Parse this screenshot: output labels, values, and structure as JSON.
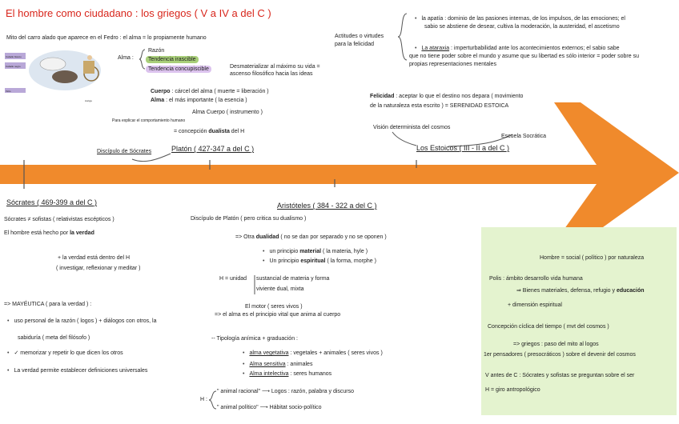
{
  "title": "El hombre como ciudadano : los griegos ( V a IV a del C )",
  "colors": {
    "title": "#d8261c",
    "timeline": "#f08a2c",
    "green_box": "#e4f3cf",
    "highlight_green": "#a9cf7a",
    "highlight_purple": "#dcc3ee"
  },
  "top_left": {
    "myth": "Mito del carro alado que aparece en el Fedro : el alma = lo propiamente humano",
    "alma_label": "Alma :",
    "razon": "Razón",
    "irascible": "Tendencia irascible",
    "concupiscible": "Tendencia concupiscible",
    "desmaterializar": [
      "Desmaterializar al máximo su vida =",
      "ascenso filosófico hacia las ideas"
    ],
    "cuerpo": "Cuerpo",
    "cuerpo_def": ": cárcel del alma ( muerte = liberación )",
    "alma_b": "Alma",
    "alma_def": ": el más importante ( la esencia )",
    "alma_cuerpo": "Alma    Cuerpo ( instrumento )",
    "explain": "Para explicar el comportamiento humano",
    "concepcion_a": "= concepción ",
    "concepcion_b": "dualista",
    "concepcion_c": " del H",
    "discipulo_socrates": "Discípulo de Sócrates",
    "platon": "Platón ( 427-347 a del C )"
  },
  "image_labels": [
    "Caballo blanco",
    "Caballo negro",
    "Auriga",
    "Vicio"
  ],
  "estoicos": {
    "actitudes": [
      "Actitudes o virtudes",
      "para la felicidad"
    ],
    "apatia": [
      "la apatía : dominio de las pasiones internas, de los impulsos, de las emociones; el",
      "sabio se abstiene de desear, cultiva la moderación, la austeridad, el ascetismo"
    ],
    "ataraxia_label": "La ataraxia",
    "ataraxia": [
      ": imperturbabilidad ante los acontecimientos externos; el sabio sabe",
      "que no tiene poder sobre el mundo y asume que su libertad es sólo interior = poder sobre su",
      "propias representaciones mentales"
    ],
    "felicidad_b": "Felicidad",
    "felicidad": [
      ": aceptar lo que el destino nos depara ( movimiento",
      "de la naturaleza esta escrito ) = SERENIDAD ESTOICA"
    ],
    "vision": "Visión determinista del cosmos",
    "escuela": "Escuela Socrática",
    "header": "Los Estoicos ( III - II a del C )"
  },
  "socrates": {
    "header": "Sócrates ( 469-399 a del C )",
    "l1": "Sócrates ≠ sofistas ( relativistas escépticos )",
    "l2a": "El hombre está hecho por ",
    "l2b": "la verdad",
    "l3": "+ la verdad está dentro del H",
    "l4": "( investigar, reflexionar y meditar )",
    "mayeutica": "=> MAYÉUTICA ( para la verdad ) :",
    "b1": [
      "uso personal de la razón ( logos ) + diálogos con otros, la",
      "sabiduría ( meta del filósofo )"
    ],
    "b2": "✓ memorizar y repetir lo que dicen los otros",
    "b3": "La verdad permite establecer definiciones universales"
  },
  "aristoteles": {
    "header": "Aristóteles ( 384 - 322 a del C )",
    "discipulo": "Discípulo de Platón ( pero critica su dualismo )",
    "otra_a": "=> Otra ",
    "otra_b": "dualidad",
    "otra_c": " ( no se dan por separado y no se oponen )",
    "principio1_a": "un principio ",
    "principio1_b": "material",
    "principio1_c": " ( la materia, hyle )",
    "principio2_a": "Un principio ",
    "principio2_b": "espiritual",
    "principio2_c": " ( la forma, morphe )",
    "unidad_a": "H = unidad",
    "unidad_b": "sustancial de materia y forma",
    "unidad_c": "viviente dual, mixta",
    "motor": "El motor ( seres vivos )",
    "alma_principio": "=> el alma es el principio vital que anima al cuerpo",
    "tipologia": "-- Tipología anímica + graduación :",
    "alma_veg_a": "alma vegetativa",
    "alma_veg_b": " : vegetales + animales ( seres vivos )",
    "alma_sen_a": "Alma sensitiva",
    "alma_sen_b": " : animales",
    "alma_int_a": "Alma intelectiva",
    "alma_int_b": " : seres humanos",
    "h_label": "H :",
    "racional": "\" animal racional\" ⟶ Logos : razón, palabra y discurso",
    "politico": "\" animal político\" ⟶ Hábitat socio-político"
  },
  "green_box": {
    "l1": "Hombre = social ( político ) por naturaleza",
    "l2": "Polis : ámbito desarrollo vida humana",
    "l3a": "⇒ Bienes materiales, defensa, refugio y ",
    "l3b": "educación",
    "l4": "+ dimensión espiritual",
    "l5": "Concepción cíclica del tiempo ( mvt del cosmos )",
    "l6": "=> griegos : paso del mito al logos",
    "l7": "1er pensadores ( presocráticos ) sobre el devenir del cosmos",
    "l8": "V antes de C : Sócrates y sofistas se preguntan sobre el ser",
    "l9": "H = giro antropológico"
  }
}
